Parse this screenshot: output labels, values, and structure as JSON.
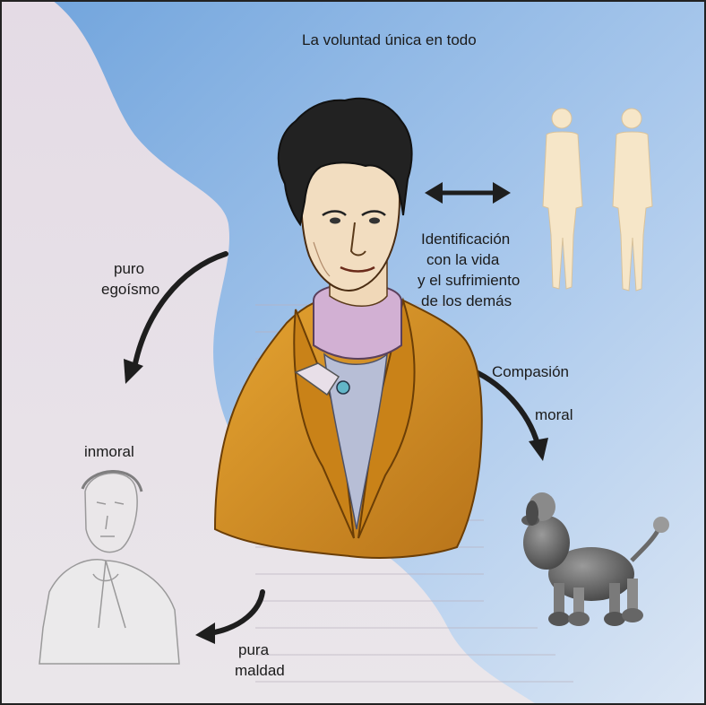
{
  "title": "La voluntad única en todo",
  "labels": {
    "identification": [
      "Identificación",
      "con la vida",
      "y el sufrimiento",
      "de los demás"
    ],
    "selfishness": [
      "puro",
      "egoísmo"
    ],
    "immoral": "inmoral",
    "compassion": "Compasión",
    "moral": "moral",
    "malice": [
      "pura",
      "maldad"
    ]
  },
  "colors": {
    "sky": "#a9c6ea",
    "page": "#e6dee6",
    "coat": "#d6921e",
    "hair": "#222222",
    "skin": "#f2ddc0",
    "cravat": "#c9a8cc",
    "poodle": "#777777",
    "silhouette": "#f6e6c8",
    "arrow": "#1e1e1e"
  },
  "icons": [
    "double-arrow-icon",
    "curved-arrow-icon"
  ]
}
